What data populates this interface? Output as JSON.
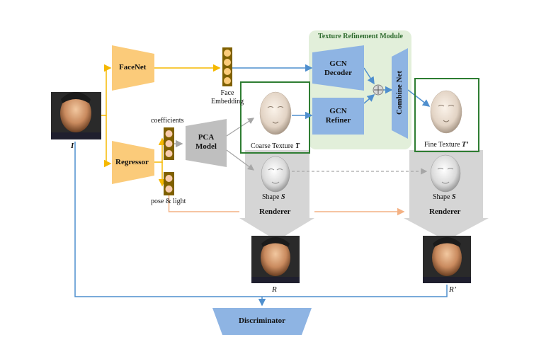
{
  "module": {
    "title": "Texture Refinement Module"
  },
  "blocks": {
    "facenet": "FaceNet",
    "regressor": "Regressor",
    "pca_line1": "PCA",
    "pca_line2": "Model",
    "gcn_decoder_line1": "GCN",
    "gcn_decoder_line2": "Decoder",
    "gcn_refiner_line1": "GCN",
    "gcn_refiner_line2": "Refiner",
    "combine_net": "Combine Net",
    "renderer_left": "Renderer",
    "renderer_right": "Renderer",
    "discriminator": "Discriminator"
  },
  "labels": {
    "face_embedding_line1": "Face",
    "face_embedding_line2": "Embedding",
    "coefficients": "coefficients",
    "pose_light": "pose & light",
    "input_symbol": "I",
    "coarse_texture_prefix": "Coarse Texture ",
    "coarse_texture_symbol": "T",
    "fine_texture_prefix": "Fine Texture ",
    "fine_texture_symbol": "T’",
    "shape_left_prefix": "Shape ",
    "shape_left_symbol": "S",
    "shape_right_prefix": "Shape ",
    "shape_right_symbol": "S",
    "render_left_symbol": "R",
    "render_right_symbol": "R’"
  },
  "colors": {
    "yellow_block": "#fbcb7a",
    "blue_block": "#8eb4e3",
    "gray_block": "#bfbfbf",
    "module_bg": "#e2efda",
    "green_border": "#2e7d32",
    "yellow_arrow": "#f5b800",
    "blue_arrow": "#4f8fce",
    "gray_arrow": "#a6a6a6",
    "orange_arrow": "#f4b183",
    "node_fill": "#f8cbad",
    "vector_bg": "#7f6000"
  }
}
